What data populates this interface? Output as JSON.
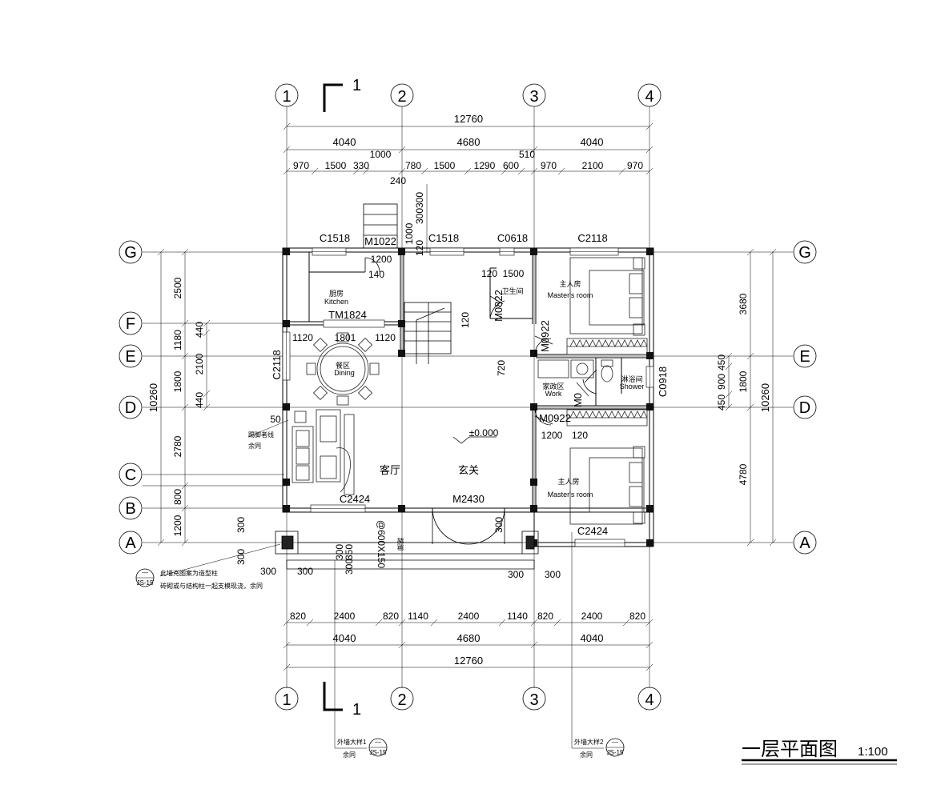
{
  "title": "一层平面图",
  "scale": "1:100",
  "section_mark": "1",
  "axes": {
    "vertical": [
      "1",
      "2",
      "3",
      "4"
    ],
    "horizontal": [
      "A",
      "B",
      "C",
      "D",
      "E",
      "F",
      "G"
    ]
  },
  "dims_top": {
    "total": "12760",
    "bays": [
      "4040",
      "4680",
      "4040"
    ],
    "detail": [
      "970",
      "1500",
      "330",
      "1000",
      "240",
      "780",
      "1500",
      "1290",
      "600",
      "510",
      "970",
      "2100",
      "970"
    ],
    "stair": [
      "300",
      "300",
      "1000",
      "120"
    ]
  },
  "dims_bottom": {
    "detail": [
      "820",
      "2400",
      "820",
      "1140",
      "2400",
      "1140",
      "820",
      "2400",
      "820"
    ],
    "bays": [
      "4040",
      "4680",
      "4040"
    ],
    "total": "12760"
  },
  "dims_left": {
    "total": "10260",
    "bays": [
      "2500",
      "1180",
      "1800",
      "2780",
      "800",
      "1200"
    ],
    "inner": [
      "440",
      "2100",
      "440"
    ],
    "porch": [
      "300",
      "300"
    ]
  },
  "dims_right": {
    "total": "10260",
    "bays": [
      "3680",
      "1800",
      "4780"
    ],
    "inner": [
      "450",
      "900",
      "450"
    ]
  },
  "rooms": [
    {
      "cn": "厨房",
      "en": "Kitchen"
    },
    {
      "cn": "餐区",
      "en": "Dining"
    },
    {
      "cn": "主人房",
      "en": "Master's room"
    },
    {
      "cn": "主人房",
      "en": "Master's room"
    },
    {
      "cn": "卫生间",
      "en": ""
    },
    {
      "cn": "家政区",
      "en": "Work"
    },
    {
      "cn": "淋浴间",
      "en": "Shower"
    },
    {
      "cn": "客厅",
      "en": ""
    },
    {
      "cn": "玄关",
      "en": ""
    }
  ],
  "openings": {
    "c1518_a": "C1518",
    "m1022": "M1022",
    "c1518_b": "C1518",
    "c0618": "C0618",
    "c2118_top": "C2118",
    "tm1824": "TM1824",
    "m0822": "M0822",
    "m0922_a": "M0922",
    "m0922_b": "M0922",
    "m0_c": "M0",
    "c0918": "C0918",
    "c2118_left": "C2118",
    "c2424_a": "C2424",
    "m2430": "M2430",
    "c2424_b": "C2424"
  },
  "inner_dims": {
    "k1200": "1200",
    "k140": "140",
    "t120": "120",
    "t1500": "1500",
    "d1120a": "1120",
    "d1801": "1801",
    "d1120b": "1120",
    "s720": "720",
    "s120": "120",
    "m1200": "1200",
    "m120": "120",
    "c50": "50",
    "p300a": "300",
    "p300b": "300",
    "p300c": "300",
    "p300d": "300",
    "p350": "350",
    "p300e": "300",
    "p300f": "300",
    "p300g": "300"
  },
  "level": "±0.000",
  "beam_label": "@600X150",
  "beam_label_2": "踢脚",
  "notes": {
    "skirting": [
      "踢脚者线",
      "余同"
    ],
    "column_note": [
      "此墙充图案为造型柱",
      "砖砌或与结构柱一起支模现浇，余同"
    ],
    "detail1": [
      "外墙大样1",
      "余同"
    ],
    "detail2": [
      "外墙大样2",
      "余同"
    ],
    "bubble_top": "—",
    "bubble_bottom": "JS-15"
  }
}
